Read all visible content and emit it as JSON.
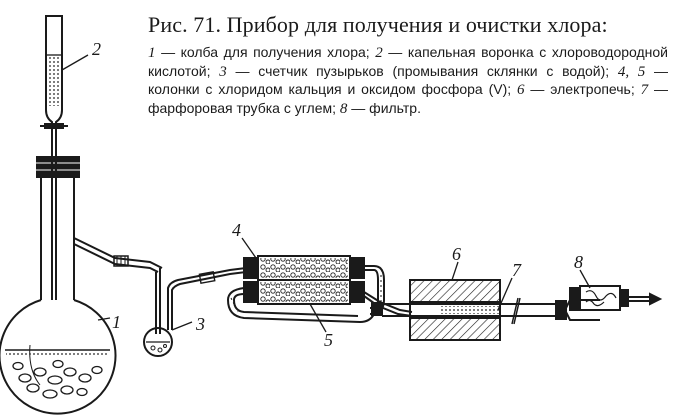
{
  "caption": {
    "title": "Рис. 71. Прибор для получения и очистки хлора:",
    "legend": [
      {
        "n": "1",
        "text": "колба для получения хлора;"
      },
      {
        "n": "2",
        "text": "капельная воронка с хлороводородной кислотой;"
      },
      {
        "n": "3",
        "text": "счетчик пузырьков (промывания склянки с водой);"
      },
      {
        "n": "4, 5",
        "text": "колонки с хлоридом кальция и оксидом фосфора (V);"
      },
      {
        "n": "6",
        "text": "электропечь;"
      },
      {
        "n": "7",
        "text": "фарфоровая трубка с углем;"
      },
      {
        "n": "8",
        "text": "фильтр."
      }
    ]
  },
  "figure_labels": {
    "flask": "1",
    "funnel": "2",
    "bubbler": "3",
    "column_upper": "4",
    "column_lower": "5",
    "furnace": "6",
    "tube": "7",
    "filter": "8"
  }
}
